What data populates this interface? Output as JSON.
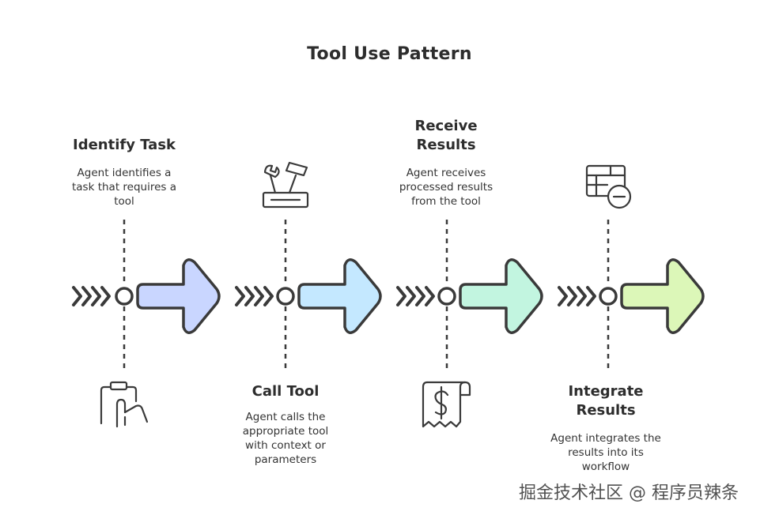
{
  "title": "Tool Use Pattern",
  "steps": [
    {
      "heading": "Identify Task",
      "description": "Agent identifies a task that requires a tool",
      "icon": "clipboard-hand-icon"
    },
    {
      "heading": "Call Tool",
      "description": "Agent calls the appropriate tool with context or parameters",
      "icon": "toolbox-icon"
    },
    {
      "heading": "Receive Results",
      "description": "Agent receives processed results from the tool",
      "icon": "receipt-dollar-icon"
    },
    {
      "heading": "Integrate Results",
      "description": "Agent integrates the results into its workflow",
      "icon": "table-minus-icon"
    }
  ],
  "colors": {
    "arrow1": "#c9d6ff",
    "arrow2": "#c4e8ff",
    "arrow3": "#c2f5e0",
    "arrow4": "#dcf7b8",
    "stroke": "#3a3a3a"
  },
  "watermark": "掘金技术社区 @ 程序员辣条"
}
